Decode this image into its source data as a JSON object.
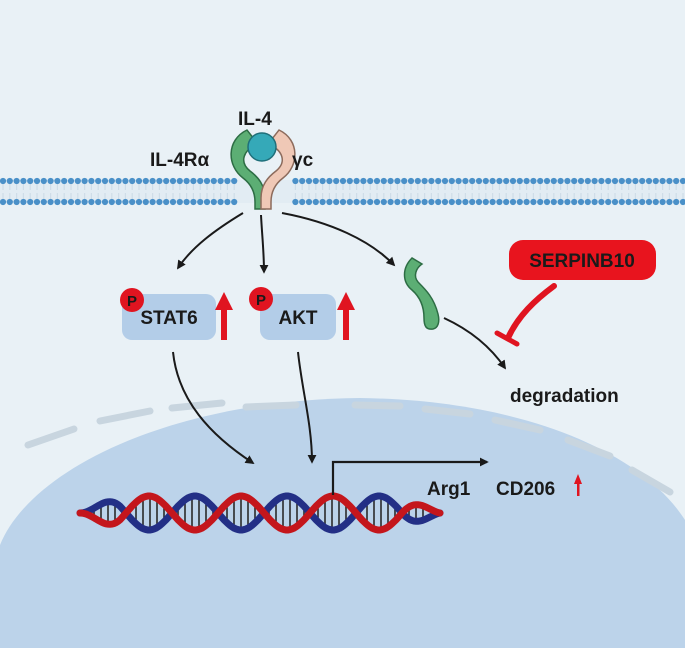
{
  "labels": {
    "ligand": "IL-4",
    "receptor_alpha": "IL-4Rα",
    "receptor_gamma": "γc",
    "stat6": "STAT6",
    "akt": "AKT",
    "phospho": "P",
    "serpinb10": "SERPINB10",
    "degradation": "degradation",
    "arg1": "Arg1",
    "cd206": "CD206"
  },
  "colors": {
    "background": "#e9f1f6",
    "nucleus": "#bcd3ea",
    "membrane_head": "#4a90c8",
    "membrane_tail": "#cfdde8",
    "ligand": "#35a9b8",
    "receptor_alpha": "#5cae74",
    "receptor_gamma": "#efc8b6",
    "protein_box": "#b3cde8",
    "phospho": "#e01420",
    "up_arrow": "#e01420",
    "serpin_box": "#e8141e",
    "inhibit": "#e01420",
    "dna_red": "#c4161c",
    "dna_blue": "#232f86"
  },
  "icons": {
    "up_arrows": [
      "stat6-up-arrow-icon",
      "akt-up-arrow-icon",
      "cd206-up-arrow-icon"
    ],
    "inhibition": "inhibition-bar-icon"
  }
}
